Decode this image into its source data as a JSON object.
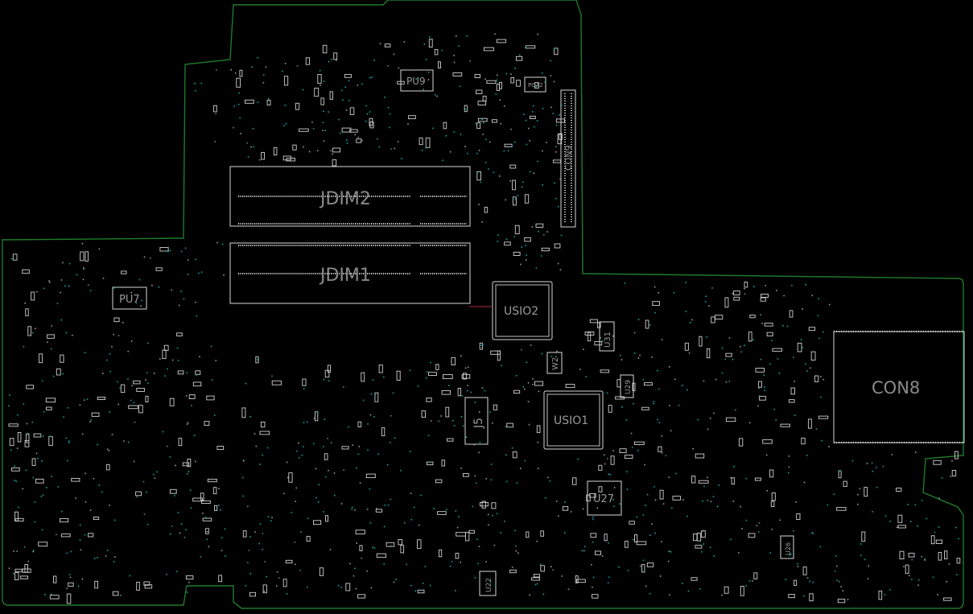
{
  "board": {
    "outline_color": "#1f7a2a",
    "part_color": "#d8d8d8",
    "via_color": "#18a0a0",
    "background": "#000000"
  },
  "labels": {
    "jdim2": "JDIM2",
    "jdim1": "JDIM1",
    "usio2": "USIO2",
    "usio1": "USIO1",
    "con8": "CON8",
    "con9": "CON9",
    "pu9": "PU9",
    "pu7": "PU7",
    "j5": "J5",
    "u27": "U27",
    "u31": "U31",
    "u29": "U29",
    "w2": "W2",
    "u22": "U22",
    "u26": "U26",
    "pq42": "PQ42"
  }
}
